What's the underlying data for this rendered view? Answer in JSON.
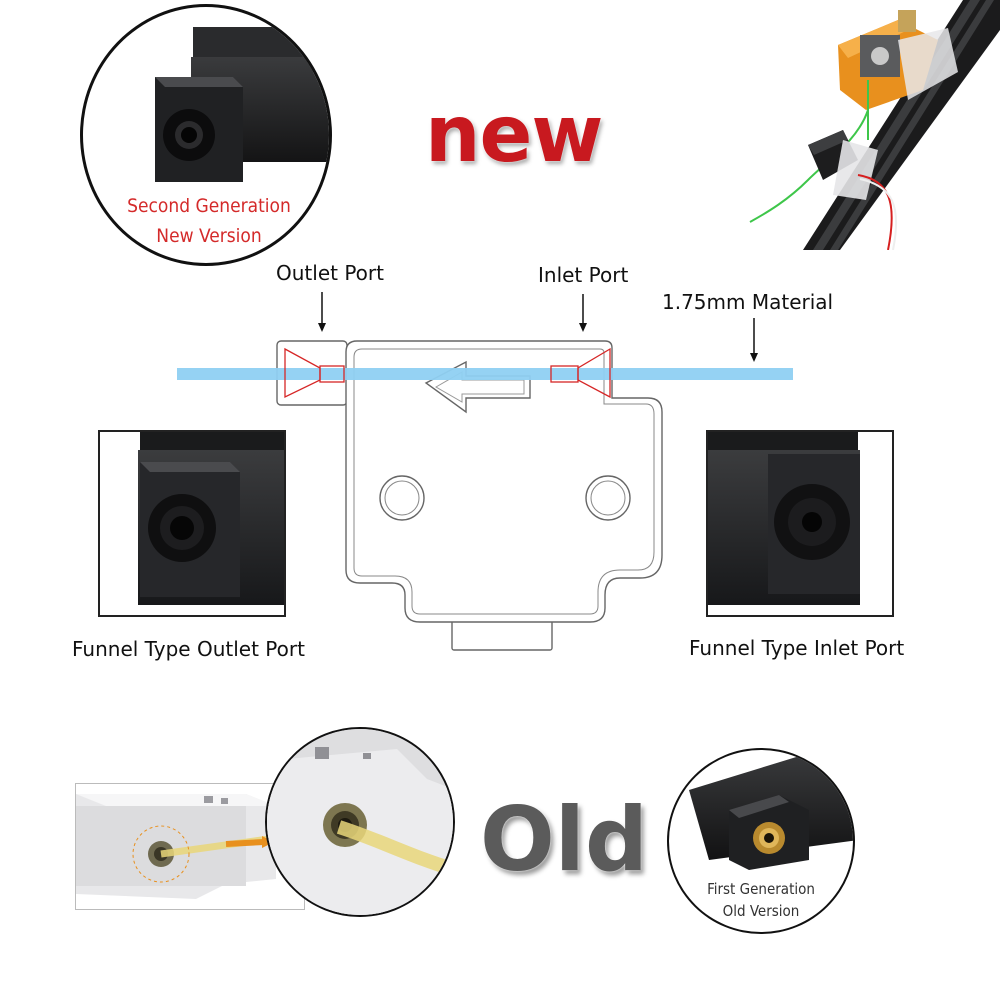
{
  "headline_new": "new",
  "headline_old": "Old",
  "new_version_badge": {
    "line1": "Second Generation",
    "line2": "New Version"
  },
  "old_version_badge": {
    "line1": "First Generation",
    "line2": "Old Version"
  },
  "diagram": {
    "outlet_label": "Outlet Port",
    "inlet_label": "Inlet Port",
    "material_label": "1.75mm Material",
    "filament_color": "#8fd0f2",
    "port_outline_color": "#d62626"
  },
  "photos": {
    "outlet_caption": "Funnel Type Outlet Port",
    "inlet_caption": "Funnel Type Inlet Port"
  },
  "colors": {
    "new_red": "#c8191f",
    "old_gray": "#5b5b5b",
    "bracket_orange": "#e8901e"
  }
}
